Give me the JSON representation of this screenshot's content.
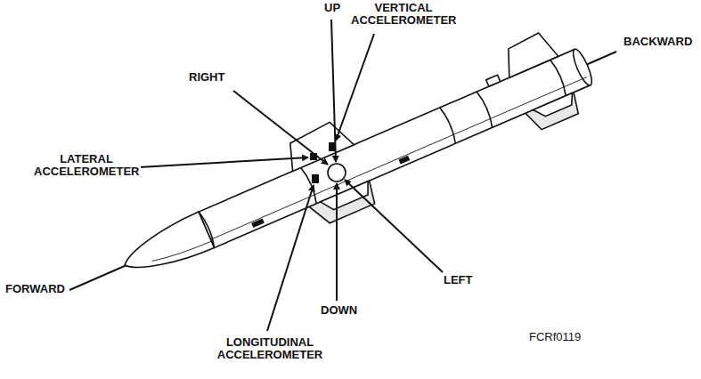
{
  "diagram": {
    "labels": [
      "UP",
      "VERTICAL ACCELEROMETER",
      "RIGHT",
      "BACKWARD",
      "LATERAL ACCELEROMETER",
      "FORWARD",
      "LEFT",
      "DOWN",
      "LONGITUDINAL ACCELEROMETER",
      "FCRf0119"
    ]
  }
}
